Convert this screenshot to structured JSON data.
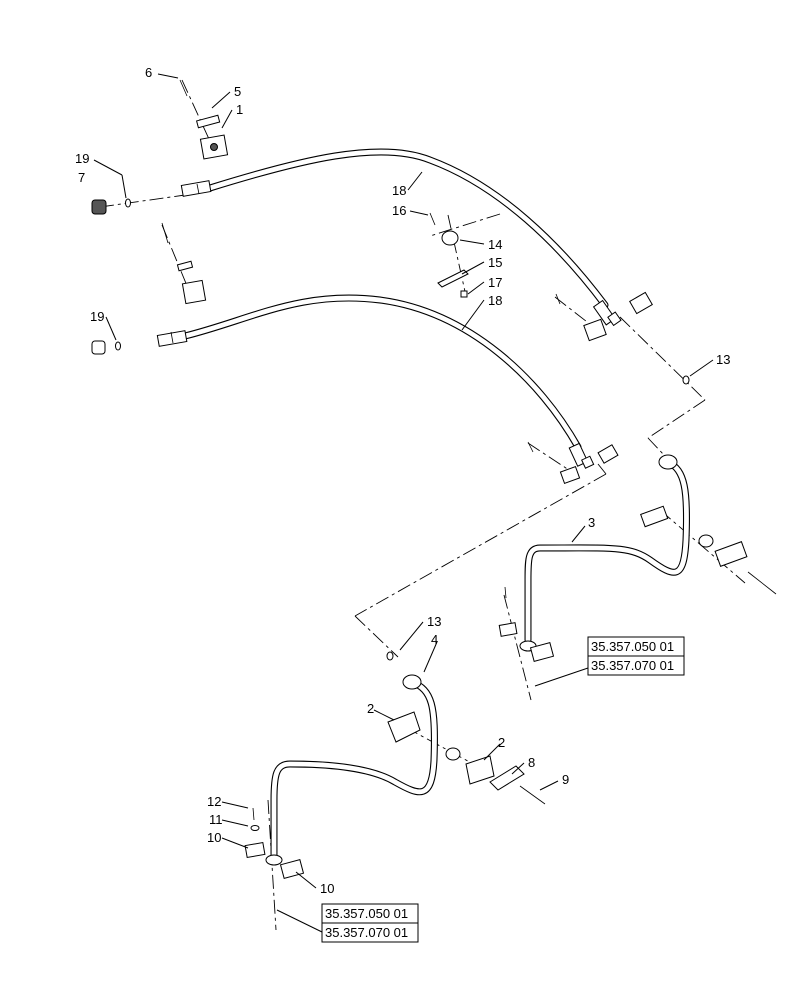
{
  "diagram": {
    "callouts": [
      {
        "id": "c6",
        "text": "6"
      },
      {
        "id": "c5",
        "text": "5"
      },
      {
        "id": "c1",
        "text": "1"
      },
      {
        "id": "c19a",
        "text": "19"
      },
      {
        "id": "c7",
        "text": "7"
      },
      {
        "id": "c18a",
        "text": "18"
      },
      {
        "id": "c16",
        "text": "16"
      },
      {
        "id": "c14",
        "text": "14"
      },
      {
        "id": "c15",
        "text": "15"
      },
      {
        "id": "c17",
        "text": "17"
      },
      {
        "id": "c18b",
        "text": "18"
      },
      {
        "id": "c19b",
        "text": "19"
      },
      {
        "id": "c13a",
        "text": "13"
      },
      {
        "id": "c3",
        "text": "3"
      },
      {
        "id": "c13b",
        "text": "13"
      },
      {
        "id": "c4",
        "text": "4"
      },
      {
        "id": "c2a",
        "text": "2"
      },
      {
        "id": "c2b",
        "text": "2"
      },
      {
        "id": "c8",
        "text": "8"
      },
      {
        "id": "c9",
        "text": "9"
      },
      {
        "id": "c12",
        "text": "12"
      },
      {
        "id": "c11",
        "text": "11"
      },
      {
        "id": "c10a",
        "text": "10"
      },
      {
        "id": "c10b",
        "text": "10"
      }
    ],
    "references_right": [
      "35.357.050 01",
      "35.357.070 01"
    ],
    "references_bottom": [
      "35.357.050 01",
      "35.357.070 01"
    ]
  }
}
